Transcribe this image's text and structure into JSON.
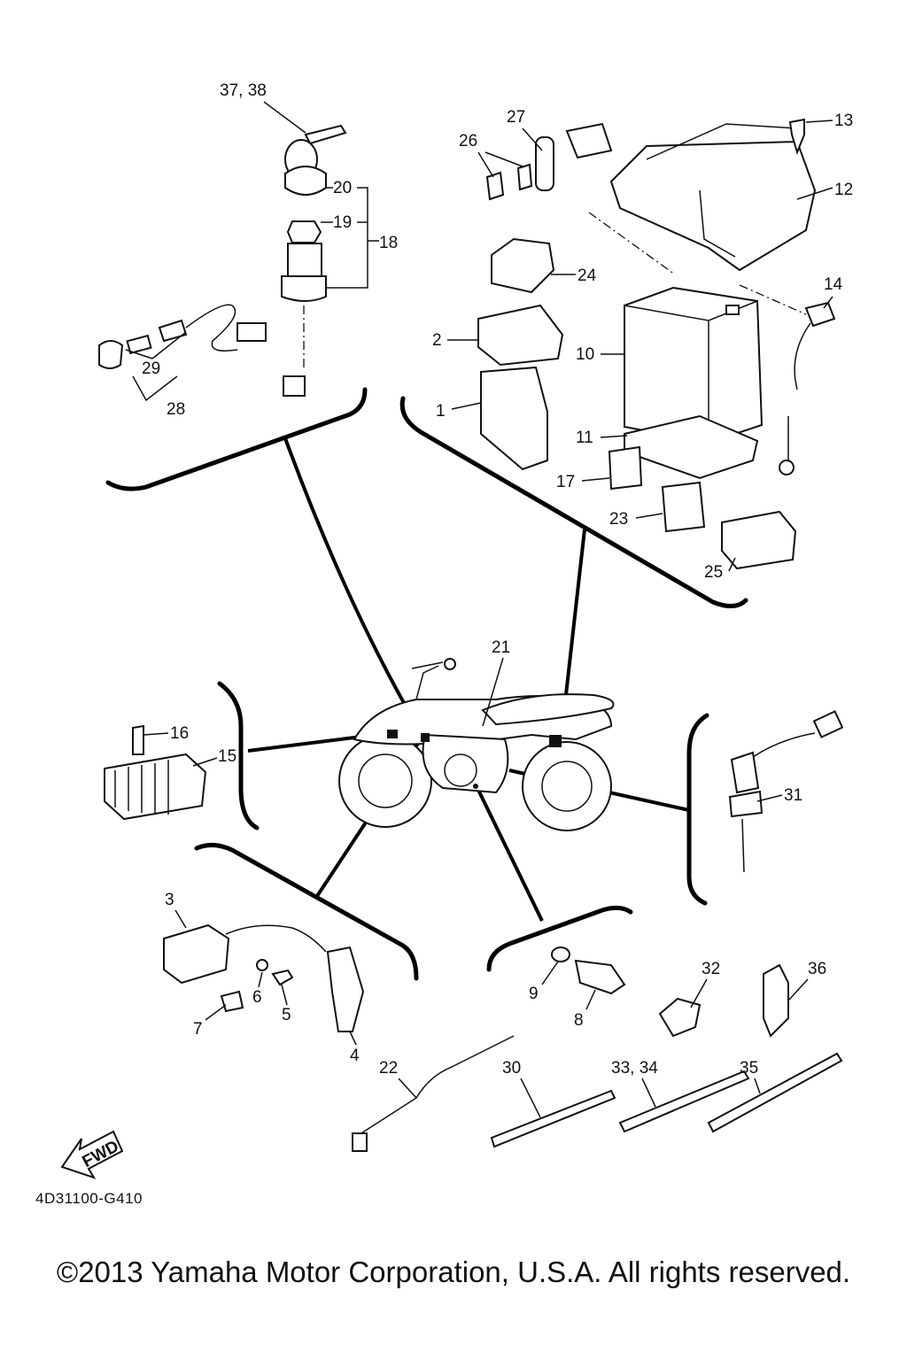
{
  "labels": {
    "l3738": "37, 38",
    "l20": "20",
    "l19": "19",
    "l18": "18",
    "l29": "29",
    "l28": "28",
    "l27": "27",
    "l26": "26",
    "l13": "13",
    "l12": "12",
    "l24": "24",
    "l14": "14",
    "l2": "2",
    "l10": "10",
    "l1": "1",
    "l11": "11",
    "l17": "17",
    "l23": "23",
    "l25": "25",
    "l21": "21",
    "l16": "16",
    "l15": "15",
    "l31": "31",
    "l3": "3",
    "l6": "6",
    "l5": "5",
    "l7": "7",
    "l4": "4",
    "l9": "9",
    "l8": "8",
    "l32": "32",
    "l36": "36",
    "l22": "22",
    "l30": "30",
    "l3334": "33, 34",
    "l35": "35"
  },
  "fwd_label": "FWD",
  "diagram_code": "4D31100-G410",
  "copyright": "©2013 Yamaha Motor Corporation, U.S.A. All rights reserved."
}
